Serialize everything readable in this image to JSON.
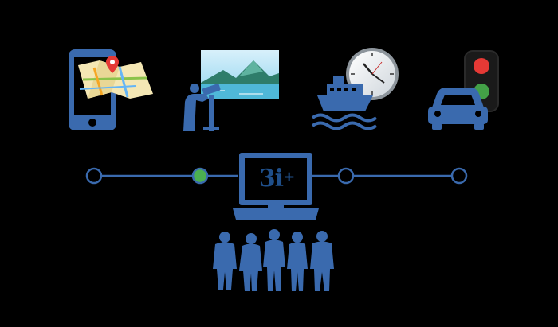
{
  "colors": {
    "background": "#000000",
    "icon_blue": "#3a6aae",
    "line_blue": "#3a6aae",
    "active_node": "#4caf50",
    "signal_red": "#e53935",
    "signal_green": "#43a047"
  },
  "icons": [
    "phone-map-icon",
    "viewpoint-binoculars-icon",
    "ferry-clock-icon",
    "car-traffic-light-icon",
    "laptop-icon",
    "people-group-icon"
  ],
  "timeline": {
    "nodes": [
      "node-1",
      "node-2-active",
      "node-3",
      "node-4"
    ],
    "active_node_index": 1
  },
  "laptop": {
    "label": "3i",
    "label_suffix": "+"
  }
}
